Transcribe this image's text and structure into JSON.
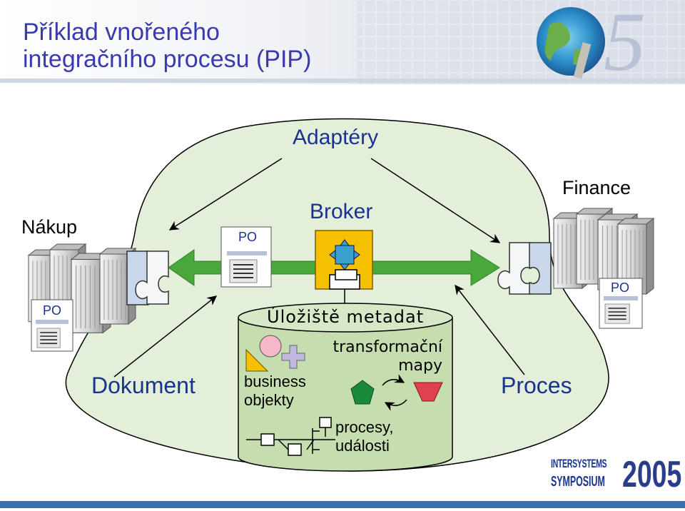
{
  "title": {
    "line1": "Příklad vnořeného",
    "line2": "integračního procesu (PIP)"
  },
  "labels": {
    "adaptery": "Adaptéry",
    "nakup": "Nákup",
    "finance": "Finance",
    "broker": "Broker",
    "dokument": "Dokument",
    "proces": "Proces",
    "po_left": "PO",
    "po_center": "PO",
    "po_right": "PO",
    "repository": "Úložiště metadat",
    "business_line1": "business",
    "business_line2": "objekty",
    "transform_line1": "transformační",
    "transform_line2": "mapy",
    "procesy_line1": "procesy,",
    "procesy_line2": "události"
  },
  "logo": {
    "brand_line1": "INTERSYSTEMS",
    "brand_line2": "SYMPOSIUM",
    "year": "2005",
    "banner_digit": "5"
  },
  "colors": {
    "title": "#3a3ab0",
    "label_blue": "#1a3390",
    "cloud_fill": "#e4efd9",
    "arrow_green": "#4aa83a",
    "broker_yellow": "#f5c000",
    "cylinder_fill": "#c6ddb0",
    "pentagon_green": "#1a8a3a",
    "trapezoid_red": "#e04050",
    "circle_pink": "#f4b8c8",
    "triangle_yellow": "#f5c000",
    "cross_lilac": "#c0b8e0"
  },
  "icons": {
    "broker": "broker-cross-icon",
    "puzzle": "puzzle-piece-icon",
    "server": "server-rack-icon",
    "document": "document-icon"
  }
}
